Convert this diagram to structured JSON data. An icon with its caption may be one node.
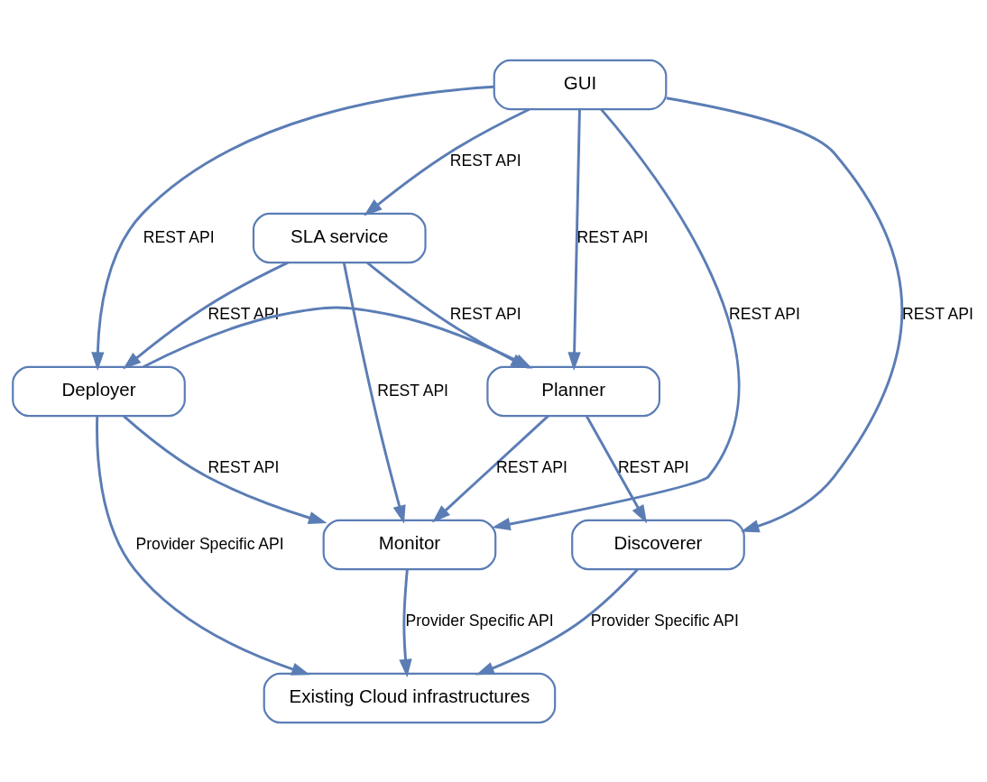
{
  "diagram": {
    "nodes": [
      {
        "text": [
          "GUI"
        ]
      },
      {
        "text": [
          "SLA service"
        ]
      },
      {
        "text": [
          "Deployer"
        ]
      },
      {
        "text": [
          "Planner"
        ]
      },
      {
        "text": [
          "Monitor"
        ]
      },
      {
        "text": [
          "Discoverer"
        ]
      },
      {
        "text": [
          "Existing Cloud infrastructures"
        ]
      }
    ],
    "edges": [
      {
        "from": 0,
        "to": 2,
        "arrow": "to",
        "label": "REST API"
      },
      {
        "from": 0,
        "to": 1,
        "arrow": "to",
        "label": "REST API"
      },
      {
        "from": 0,
        "to": 5,
        "arrow": "to",
        "label": "REST API"
      },
      {
        "from": 1,
        "to": 2,
        "arrow": "to",
        "label": "REST API"
      },
      {
        "from": 0,
        "to": 3,
        "arrow": "to",
        "label": "REST API"
      },
      {
        "from": 1,
        "to": 3,
        "arrow": "to",
        "label": "REST API"
      },
      {
        "from": 2,
        "to": 3,
        "arrow": "to"
      },
      {
        "from": 3,
        "to": 5,
        "arrow": "to",
        "label": "REST API"
      },
      {
        "from": 3,
        "to": 4,
        "arrow": "to",
        "label": "REST API"
      },
      {
        "from": 0,
        "to": 4,
        "arrow": "to",
        "label": "REST API"
      },
      {
        "from": 1,
        "to": 4,
        "arrow": "to",
        "label": "REST API"
      },
      {
        "from": 2,
        "to": 4,
        "arrow": "to",
        "label": "REST API"
      },
      {
        "from": 4,
        "to": 6,
        "arrow": "to",
        "label": "Provider Specific API"
      },
      {
        "from": 2,
        "to": 6,
        "arrow": "to",
        "label": "Provider Specific API"
      },
      {
        "from": 5,
        "to": 6,
        "arrow": "to",
        "label": "Provider Specific API"
      }
    ]
  }
}
